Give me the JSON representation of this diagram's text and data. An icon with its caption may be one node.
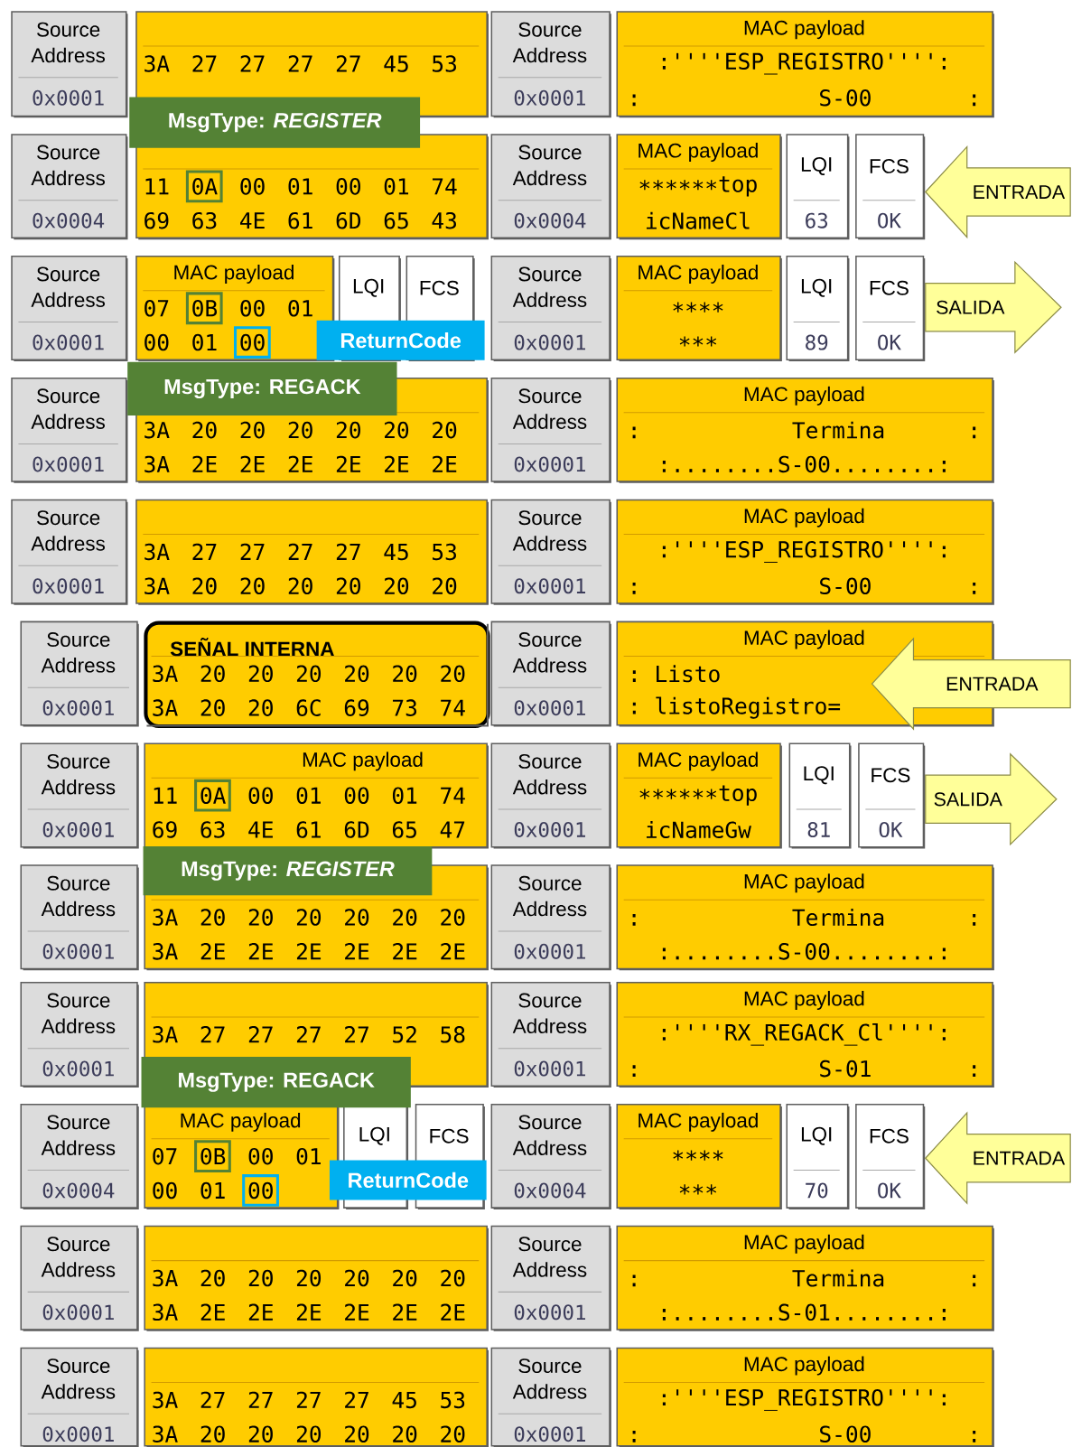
{
  "diagram": {
    "nodes": [
      {
        "text": [
          "Source Address",
          "0x0001"
        ]
      },
      {
        "text": [
          "3A 27 27 27 27 45 53"
        ]
      },
      {
        "text": [
          "Source Address",
          "0x0001"
        ]
      },
      {
        "text": [
          "MAC payload",
          ":''''ESP_REGISTRO'''':",
          ": S-00 :"
        ]
      },
      {
        "text": [
          "MsgType: *REGISTER*"
        ]
      },
      {
        "text": [
          "Source Address",
          "0x0004"
        ]
      },
      {
        "text": [
          "11 0A 00 01 00 01 74",
          "69 63 4E 61 6D 65 43"
        ]
      },
      {
        "text": [
          "Source Address",
          "0x0004"
        ]
      },
      {
        "text": [
          "MAC payload",
          "∗∗∗∗∗∗top",
          "icNameCl"
        ]
      },
      {
        "text": [
          "LQI",
          "63"
        ]
      },
      {
        "text": [
          "FCS",
          "OK"
        ]
      },
      {
        "text": [
          "ENTRADA"
        ]
      },
      {
        "text": [
          "Source Address",
          "0x0001"
        ]
      },
      {
        "text": [
          "MAC payload",
          "07 0B 00 01",
          "00 01 00"
        ]
      },
      {
        "text": [
          "LQI"
        ]
      },
      {
        "text": [
          "FCS"
        ]
      },
      {
        "text": [
          "Source Address",
          "0x0001"
        ]
      },
      {
        "text": [
          "MAC payload",
          "∗∗∗∗",
          "∗∗∗"
        ]
      },
      {
        "text": [
          "LQI",
          "89"
        ]
      },
      {
        "text": [
          "FCS",
          "OK"
        ]
      },
      {
        "text": [
          "SALIDA"
        ]
      },
      {
        "text": [
          "ReturnCode"
        ]
      },
      {
        "text": [
          "MsgType: REGACK"
        ]
      },
      {
        "text": [
          "Source Address",
          "0x0001"
        ]
      },
      {
        "text": [
          "3A 20 20 20 20 20 20",
          "3A 2E 2E 2E 2E 2E 2E"
        ]
      },
      {
        "text": [
          "Source Address",
          "0x0001"
        ]
      },
      {
        "text": [
          "MAC payload",
          ": Termina :",
          ":........S-00........:"
        ]
      },
      {
        "text": [
          "Source Address",
          "0x0001"
        ]
      },
      {
        "text": [
          "3A 27 27 27 27 45 53",
          "3A 20 20 20 20 20 20"
        ]
      },
      {
        "text": [
          "Source Address",
          "0x0001"
        ]
      },
      {
        "text": [
          "MAC payload",
          ":''''ESP_REGISTRO'''':",
          ": S-00 :"
        ]
      },
      {
        "text": [
          "Source Address",
          "0x0001"
        ]
      },
      {
        "text": [
          "SEÑAL INTERNA",
          "3A 20 20 20 20 20 20",
          "3A 20 20 6C 69 73 74"
        ]
      },
      {
        "text": [
          "Source Address",
          "0x0001"
        ]
      },
      {
        "text": [
          "MAC payload",
          ": Listo",
          ": listoRegistro="
        ]
      },
      {
        "text": [
          "ENTRADA"
        ]
      },
      {
        "text": [
          "Source Address",
          "0x0001"
        ]
      },
      {
        "text": [
          "MAC payload",
          "11 0A 00 01 00 01 74",
          "69 63 4E 61 6D 65 47"
        ]
      },
      {
        "text": [
          "Source Address",
          "0x0001"
        ]
      },
      {
        "text": [
          "MAC payload",
          "∗∗∗∗∗∗top",
          "icNameGw"
        ]
      },
      {
        "text": [
          "LQI",
          "81"
        ]
      },
      {
        "text": [
          "FCS",
          "OK"
        ]
      },
      {
        "text": [
          "SALIDA"
        ]
      },
      {
        "text": [
          "MsgType: *REGISTER*"
        ]
      },
      {
        "text": [
          "Source Address",
          "0x0001"
        ]
      },
      {
        "text": [
          "3A 20 20 20 20 20 20",
          "3A 2E 2E 2E 2E 2E 2E"
        ]
      },
      {
        "text": [
          "Source Address",
          "0x0001"
        ]
      },
      {
        "text": [
          "MAC payload",
          ": Termina :",
          ":........S-00........:"
        ]
      },
      {
        "text": [
          "Source Address",
          "0x0001"
        ]
      },
      {
        "text": [
          "3A 27 27 27 27 52 58"
        ]
      },
      {
        "text": [
          "Source Address",
          "0x0001"
        ]
      },
      {
        "text": [
          "MAC payload",
          ":''''RX_REGACK_Cl'''':",
          ": S-01 :"
        ]
      },
      {
        "text": [
          "MsgType: REGACK"
        ]
      },
      {
        "text": [
          "Source Address",
          "0x0004"
        ]
      },
      {
        "text": [
          "MAC payload",
          "07 0B 00 01",
          "00 01 00"
        ]
      },
      {
        "text": [
          "LQI"
        ]
      },
      {
        "text": [
          "FCS"
        ]
      },
      {
        "text": [
          "Source Address",
          "0x0004"
        ]
      },
      {
        "text": [
          "MAC payload",
          "∗∗∗∗",
          "∗∗∗"
        ]
      },
      {
        "text": [
          "LQI",
          "70"
        ]
      },
      {
        "text": [
          "FCS",
          "OK"
        ]
      },
      {
        "text": [
          "ENTRADA"
        ]
      },
      {
        "text": [
          "ReturnCode"
        ]
      },
      {
        "text": [
          "Source Address",
          "0x0001"
        ]
      },
      {
        "text": [
          "3A 20 20 20 20 20 20",
          "3A 2E 2E 2E 2E 2E 2E"
        ]
      },
      {
        "text": [
          "Source Address",
          "0x0001"
        ]
      },
      {
        "text": [
          "MAC payload",
          ": Termina :",
          ":........S-01........:"
        ]
      },
      {
        "text": [
          "Source Address",
          "0x0001"
        ]
      },
      {
        "text": [
          "3A 27 27 27 27 45 53",
          "3A 20 20 20 20 20 20"
        ]
      },
      {
        "text": [
          "Source Address",
          "0x0001"
        ]
      },
      {
        "text": [
          "MAC payload",
          ":''''ESP_REGISTRO'''':",
          ": S-00 :"
        ]
      }
    ]
  }
}
